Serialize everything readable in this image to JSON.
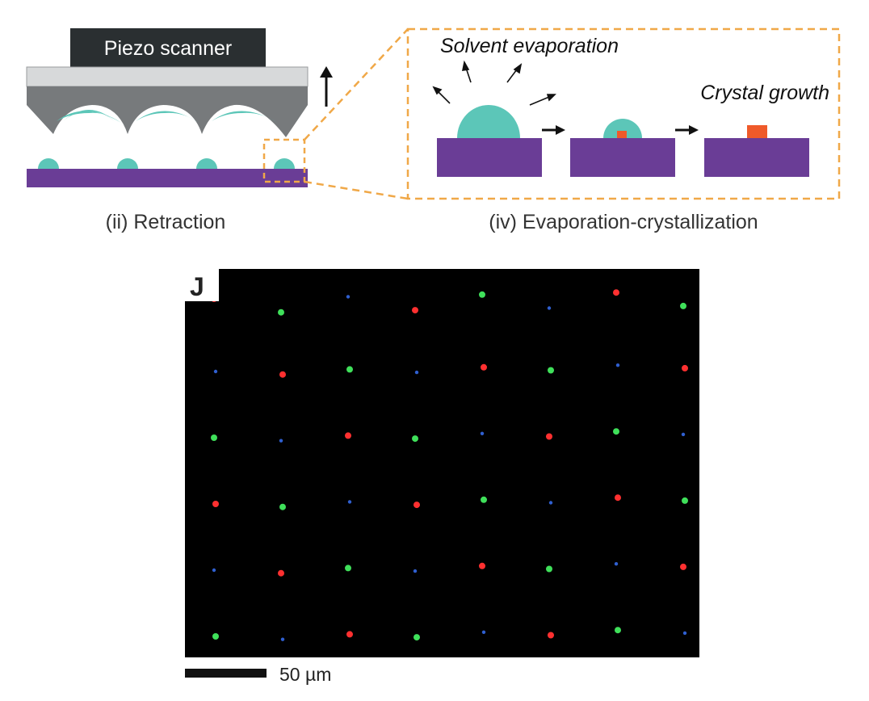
{
  "schematic": {
    "scanner_label": "Piezo scanner",
    "panel_retraction_caption": "(ii) Retraction",
    "panel_evaporation_caption": "(iv) Evaporation-crystallization",
    "solvent_label": "Solvent evaporation",
    "crystal_label": "Crystal growth"
  },
  "micrograph": {
    "panel_letter": "J",
    "scale_bar_label": "50 µm"
  },
  "colors": {
    "substrate": "#6a3d96",
    "ink": "#5cc6b8",
    "scanner_block": "#2a2f31",
    "scanner_plate": "#d7d9da",
    "pen_array": "#777a7c",
    "crystal": "#ef5a2a",
    "zoom_box": "#f0a848",
    "dot_red": "#ff3030",
    "dot_green": "#3fe05a",
    "dot_blue": "#2f5fd0"
  }
}
